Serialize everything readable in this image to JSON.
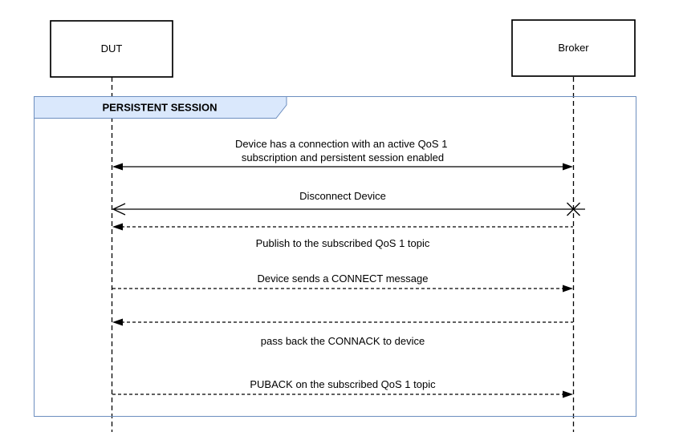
{
  "actors": [
    {
      "id": "dut",
      "label": "DUT"
    },
    {
      "id": "broker",
      "label": "Broker"
    }
  ],
  "frame": {
    "title": "PERSISTENT SESSION",
    "fill": "#dae8fc",
    "stroke": "#6c8ebf"
  },
  "messages": [
    {
      "id": "active-subscription",
      "label_line1": "Device has a connection with an active QoS 1",
      "label_line2": "subscription and persistent session enabled",
      "style": "solid",
      "direction": "both",
      "arrowheads": "filled both ends"
    },
    {
      "id": "disconnect-device",
      "label": "Disconnect Device",
      "style": "solid",
      "direction": "right-to-left",
      "arrowheads": "open arrow at DUT, X cross at Broker"
    },
    {
      "id": "publish-qos1",
      "label": "Publish to the subscribed QoS 1 topic",
      "style": "dashed",
      "direction": "right-to-left",
      "arrowheads": "filled at DUT"
    },
    {
      "id": "connect-message",
      "label": "Device sends a CONNECT message",
      "style": "dashed",
      "direction": "left-to-right",
      "arrowheads": "filled at Broker"
    },
    {
      "id": "connack",
      "label": "pass back the CONNACK to device",
      "style": "dashed",
      "direction": "right-to-left",
      "arrowheads": "filled at DUT"
    },
    {
      "id": "puback",
      "label": "PUBACK on the subscribed QoS 1 topic",
      "style": "dashed",
      "direction": "left-to-right",
      "arrowheads": "filled at Broker"
    }
  ],
  "colors": {
    "line": "#000000",
    "actor_fill": "#ffffff",
    "background": "#ffffff"
  }
}
